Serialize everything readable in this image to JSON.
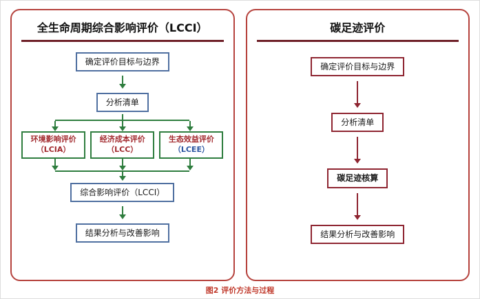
{
  "figure_caption": "图2  评价方法与过程",
  "colors": {
    "panel_border": "#b5413c",
    "title_underline": "#6e1f27",
    "blue_box": "#4f6fa0",
    "green_box": "#2e7d3e",
    "green_arrow": "#2e7d3e",
    "maroon": "#8e2430",
    "branch_red": "#a22a2e",
    "branch_blue": "#2a55a0",
    "caption": "#c0392b"
  },
  "left_panel": {
    "title": "全生命周期综合影响评价（LCCI）",
    "step_goal": "确定评价目标与边界",
    "step_inventory": "分析清单",
    "branches": [
      {
        "line1": "环境影响评价",
        "line2": "（LCIA）"
      },
      {
        "line1": "经济成本评价",
        "line2": "（LCC）"
      },
      {
        "line1": "生态效益评价",
        "line2": "（LCEE）"
      }
    ],
    "step_comprehensive": "综合影响评价（LCCI）",
    "step_results": "结果分析与改善影响"
  },
  "right_panel": {
    "title": "碳足迹评价",
    "step_goal": "确定评价目标与边界",
    "step_inventory": "分析清单",
    "step_accounting": "碳足迹核算",
    "step_results": "结果分析与改善影响"
  }
}
